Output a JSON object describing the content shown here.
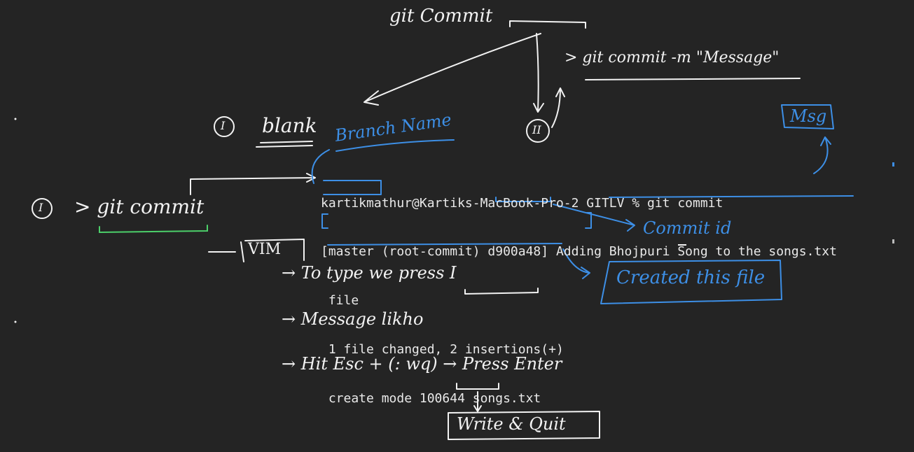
{
  "title": "git Commit",
  "labels": {
    "git_commit_m": "> git commit -m \"Message\"",
    "roman_one_a": "I",
    "roman_two": "II",
    "roman_one_b": "I",
    "blank": "blank",
    "branch_name": "Branch Name",
    "msg": "Msg",
    "git_commit_cmd": "> git commit",
    "commit_id": "Commit id",
    "vim": "VIM",
    "created_this_file": "Created this file",
    "to_type": "→ To type we press I",
    "message_likho": "→ Message likho",
    "hit_esc": "→ Hit Esc + (: wq) → Press Enter",
    "write_quit": "Write & Quit"
  },
  "terminal": {
    "line1": "kartikmathur@Kartiks-MacBook-Pro-2 GITLV % git commit",
    "line2": "[master (root-commit) d900a48] Adding Bhojpuri Song to the songs.txt",
    "line3": " file",
    "line4": " 1 file changed, 2 insertions(+)",
    "line5": " create mode 100644 songs.txt"
  },
  "colors": {
    "background": "#242424",
    "ink": "#f2f2f2",
    "blue": "#3d8fe6",
    "green": "#4cd06a"
  }
}
